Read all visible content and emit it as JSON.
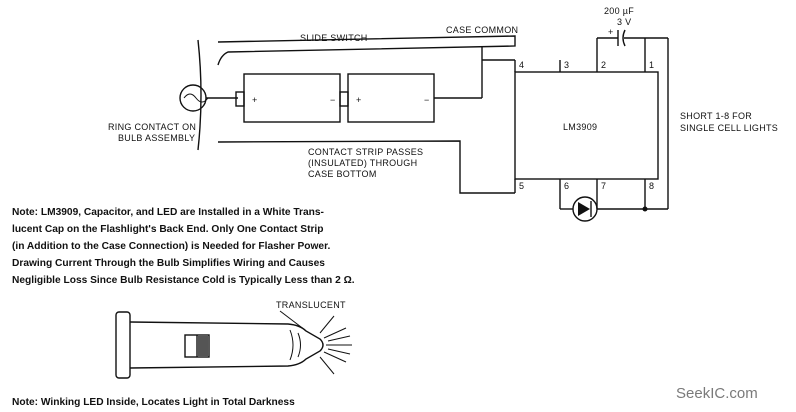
{
  "labels": {
    "slide_switch": "SLIDE SWITCH",
    "case_common": "CASE COMMON",
    "capacitor_value": "200 µF",
    "capacitor_voltage": "3 V",
    "ring_contact_line1": "RING CONTACT ON",
    "ring_contact_line2": "BULB ASSEMBLY",
    "contact_strip_line1": "CONTACT STRIP PASSES",
    "contact_strip_line2": "(INSULATED) THROUGH",
    "contact_strip_line3": "CASE BOTTOM",
    "short_line1": "SHORT 1-8 FOR",
    "short_line2": "SINGLE CELL LIGHTS",
    "translucent": "TRANSLUCENT"
  },
  "ic": {
    "name": "LM3909",
    "pins_top": [
      "4",
      "3",
      "2",
      "1"
    ],
    "pins_bottom": [
      "5",
      "6",
      "7",
      "8"
    ]
  },
  "note1": [
    "Note: LM3909, Capacitor, and LED are Installed in a White Trans-",
    "lucent Cap on the Flashlight's Back End. Only One Contact Strip",
    "(in Addition to the Case Connection) is Needed for Flasher Power.",
    "Drawing Current Through the Bulb Simplifies Wiring and Causes",
    "Negligible Loss Since Bulb Resistance Cold is Typically Less than 2 Ω."
  ],
  "note2": "Note: Winking LED Inside, Locates Light in Total Darkness",
  "watermark": "SeekIC.com"
}
